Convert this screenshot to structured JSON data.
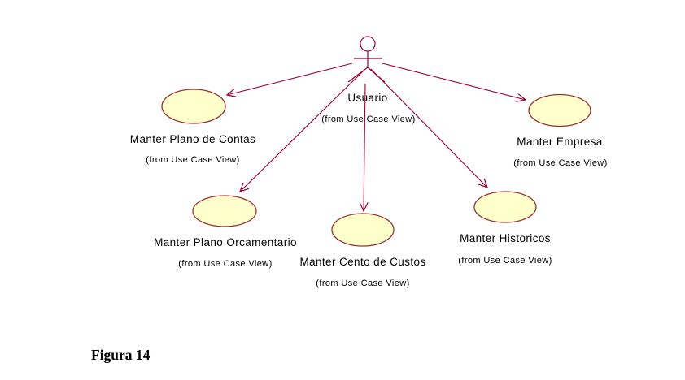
{
  "figure": {
    "caption": "Figura 14"
  },
  "diagram": {
    "type": "uml-use-case",
    "actor": {
      "name": "Usuario",
      "stereotype": "(from Use Case View)"
    },
    "usecases": [
      {
        "name": "Manter Plano de Contas",
        "stereotype": "(from Use Case View)"
      },
      {
        "name": "Manter Empresa",
        "stereotype": "(from Use Case View)"
      },
      {
        "name": "Manter Plano Orcamentario",
        "stereotype": "(from Use Case View)"
      },
      {
        "name": "Manter Cento de Custos",
        "stereotype": "(from Use Case View)"
      },
      {
        "name": "Manter Historicos",
        "stereotype": "(from Use Case View)"
      }
    ],
    "associations": [
      {
        "from": "Usuario",
        "to": "Manter Plano de Contas"
      },
      {
        "from": "Usuario",
        "to": "Manter Empresa"
      },
      {
        "from": "Usuario",
        "to": "Manter Plano Orcamentario"
      },
      {
        "from": "Usuario",
        "to": "Manter Cento de Custos"
      },
      {
        "from": "Usuario",
        "to": "Manter Historicos"
      }
    ],
    "colors": {
      "line": "#990033",
      "usecase_fill": "#FFFFCC",
      "usecase_border": "#993333",
      "text": "#000000",
      "background": "#FFFFFF"
    }
  }
}
